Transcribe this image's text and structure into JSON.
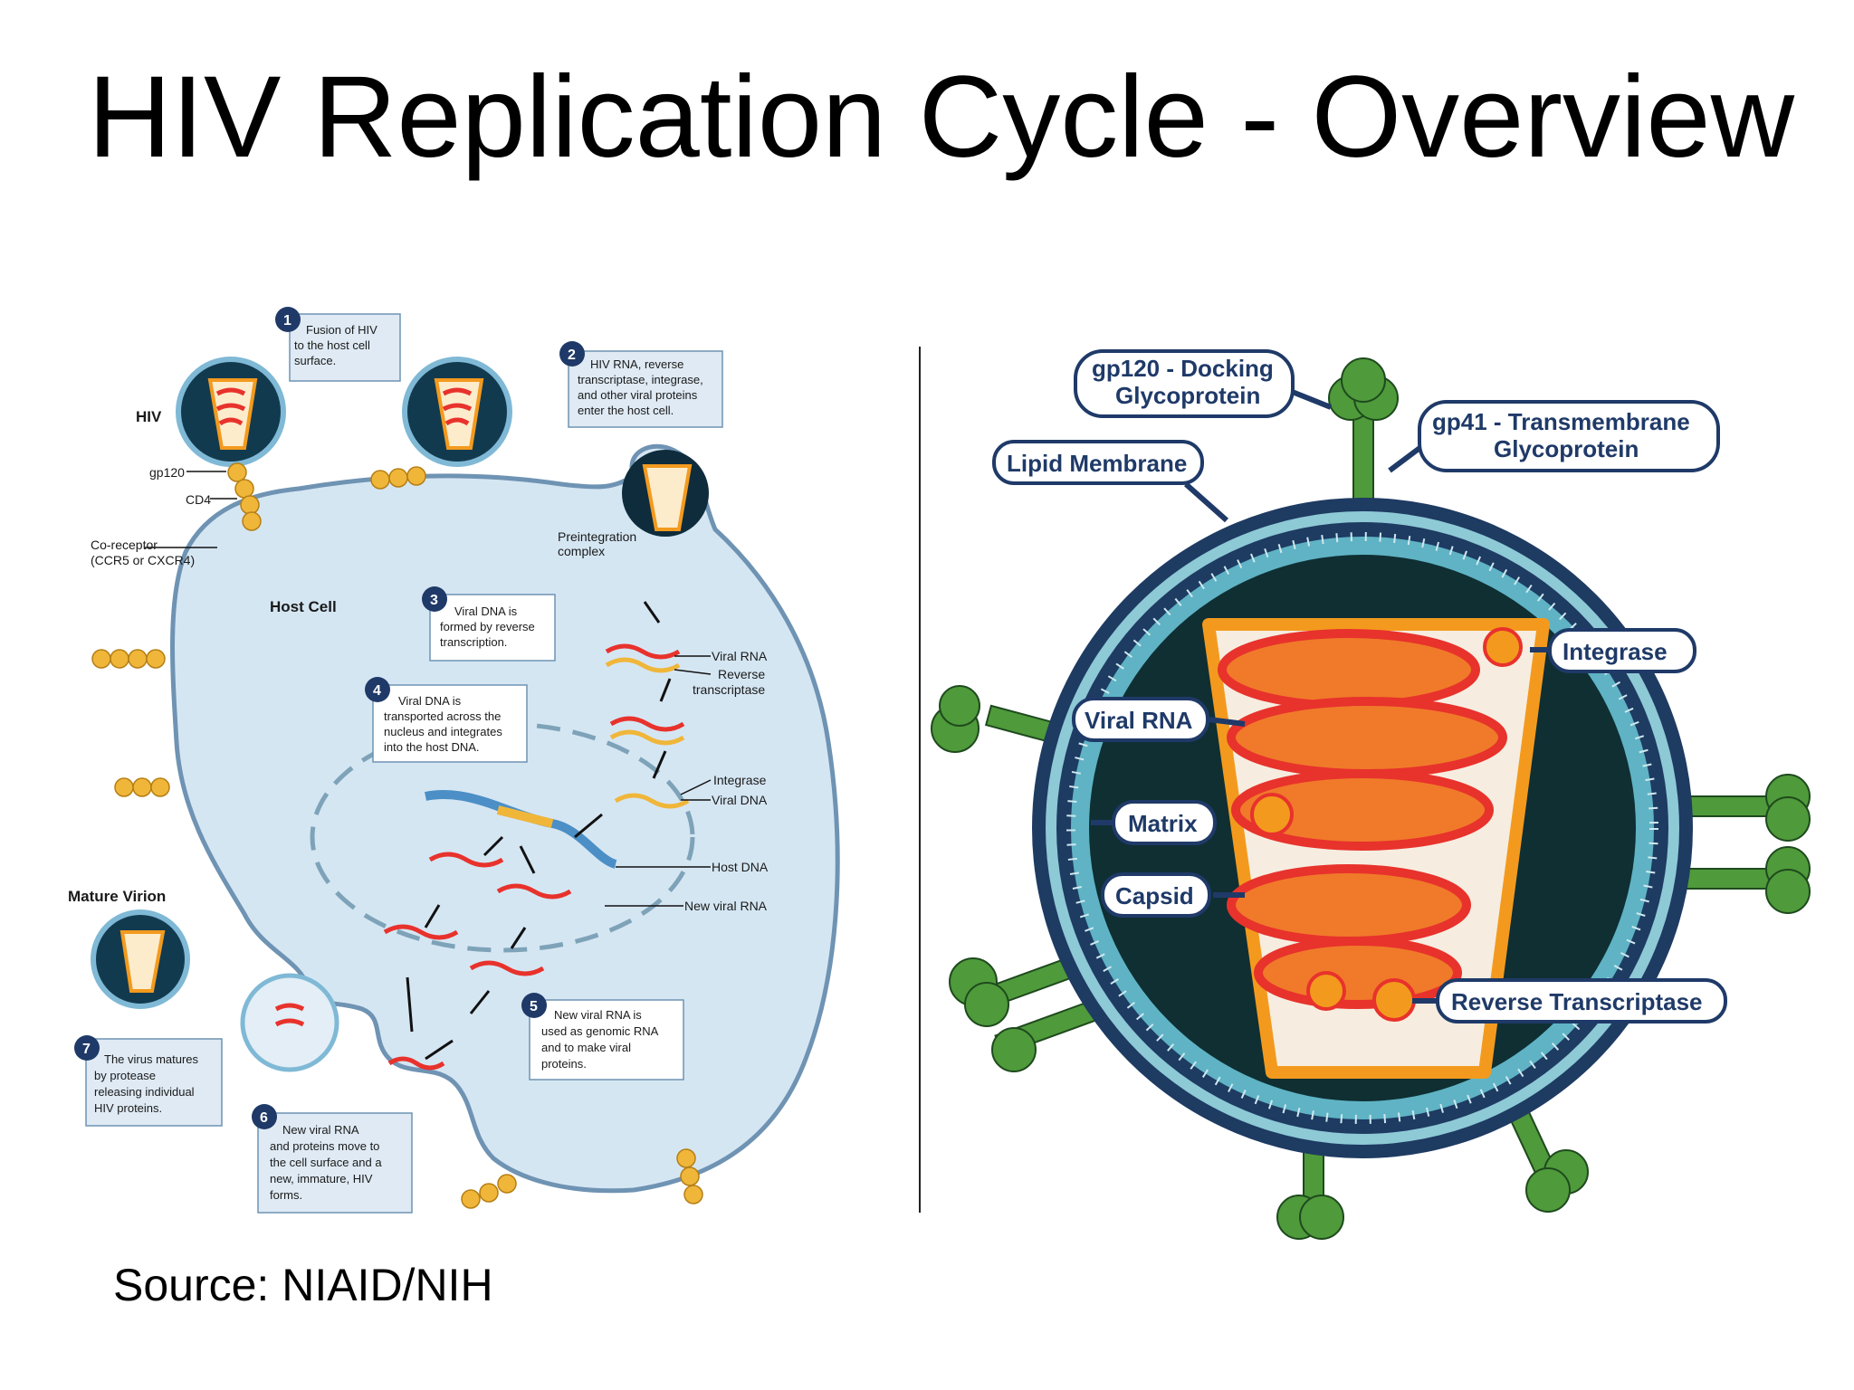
{
  "slide": {
    "title": "HIV Replication Cycle - Overview",
    "source": "Source: NIAID/NIH"
  },
  "left_diagram": {
    "labels": {
      "hiv": "HIV",
      "gp120": "gp120",
      "cd4": "CD4",
      "co_receptor_1": "Co-receptor",
      "co_receptor_2": "(CCR5 or CXCR4)",
      "host_cell": "Host Cell",
      "preintegration_1": "Preintegration",
      "preintegration_2": "complex",
      "viral_rna": "Viral RNA",
      "reverse_1": "Reverse",
      "reverse_2": "transcriptase",
      "integrase": "Integrase",
      "viral_dna": "Viral DNA",
      "host_dna": "Host DNA",
      "new_viral_rna": "New viral RNA",
      "mature_virion": "Mature Virion"
    },
    "steps": [
      {
        "num": "1",
        "lines": [
          "Fusion of  HIV",
          "to the host cell",
          "surface."
        ]
      },
      {
        "num": "2",
        "lines": [
          "HIV RNA, reverse",
          "transcriptase, integrase,",
          "and other viral proteins",
          "enter the host cell."
        ]
      },
      {
        "num": "3",
        "lines": [
          "Viral DNA is",
          "formed by reverse",
          "transcription."
        ]
      },
      {
        "num": "4",
        "lines": [
          "Viral DNA is",
          "transported across the",
          "nucleus and integrates",
          "into the host DNA."
        ]
      },
      {
        "num": "5",
        "lines": [
          "New viral RNA is",
          "used as genomic RNA",
          "and to make viral",
          "proteins."
        ]
      },
      {
        "num": "6",
        "lines": [
          "New viral RNA",
          "and proteins move to",
          "the cell surface and a",
          "new, immature, HIV",
          "forms."
        ]
      },
      {
        "num": "7",
        "lines": [
          "The virus matures",
          "by protease",
          "releasing individual",
          "HIV proteins."
        ]
      }
    ]
  },
  "right_diagram": {
    "callouts": {
      "gp120_1": "gp120 - Docking",
      "gp120_2": "Glycoprotein",
      "gp41_1": "gp41 - Transmembrane",
      "gp41_2": "Glycoprotein",
      "lipid_membrane": "Lipid Membrane",
      "integrase": "Integrase",
      "viral_rna": "Viral RNA",
      "matrix": "Matrix",
      "capsid": "Capsid",
      "reverse_transcriptase": "Reverse Transcriptase"
    }
  },
  "colors": {
    "cell_fill": "#d5e6f3",
    "cell_stroke": "#6f93b3",
    "virion_dark": "#123a4f",
    "envelope_ring": "#1e3b62",
    "capsid_orange": "#f39a1e",
    "rna_red": "#e8322c",
    "spike_green": "#4f9a3a",
    "callout_text": "#1f3a68",
    "step_badge": "#1f3a68"
  }
}
